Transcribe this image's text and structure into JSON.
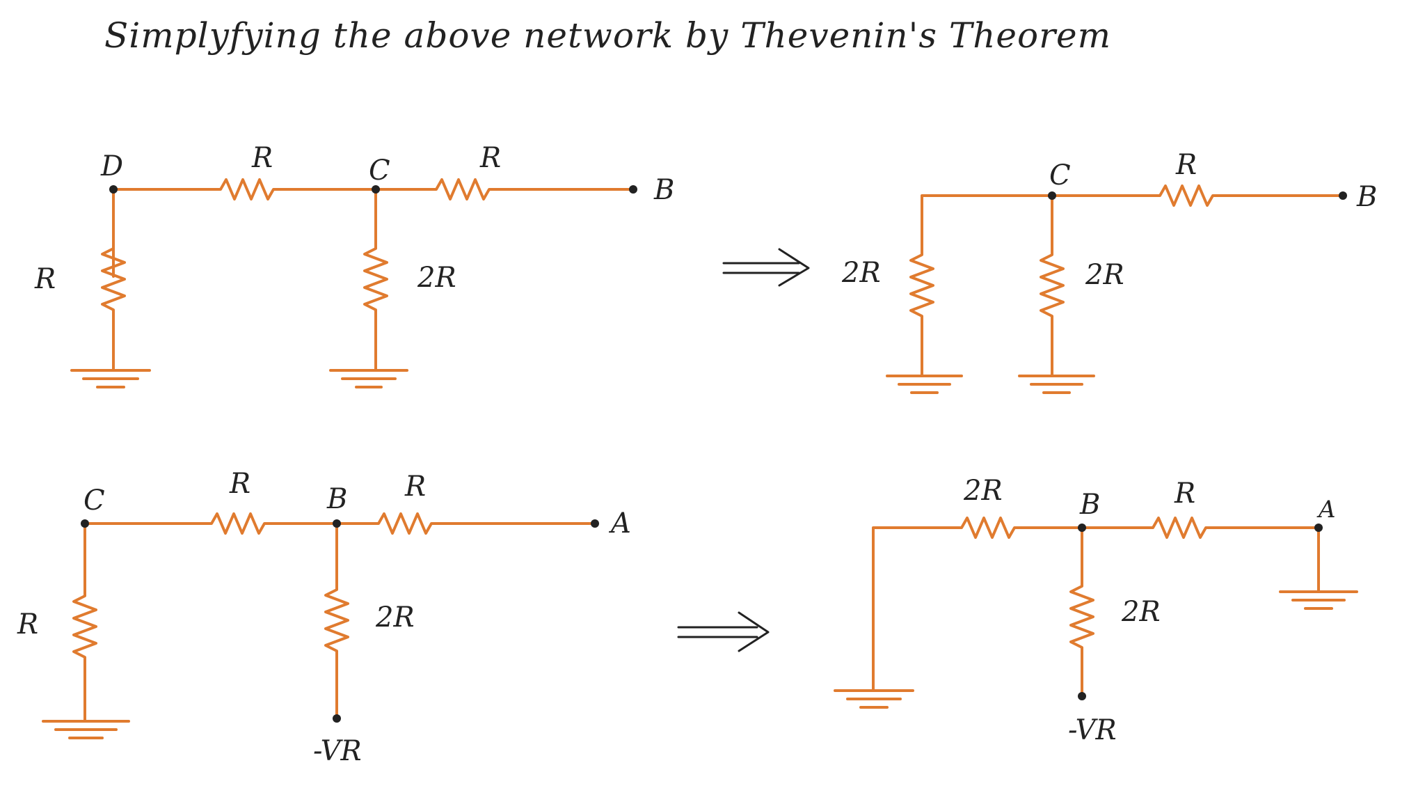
{
  "title": "Simplyfying the above network by Thevenin's Theorem",
  "labels": {
    "D": "D",
    "C": "C",
    "B": "B",
    "A": "A",
    "R": "R",
    "twoR": "2R",
    "negVR": "-VR"
  },
  "colors": {
    "wire": "#e07b2f",
    "ink": "#222222"
  }
}
